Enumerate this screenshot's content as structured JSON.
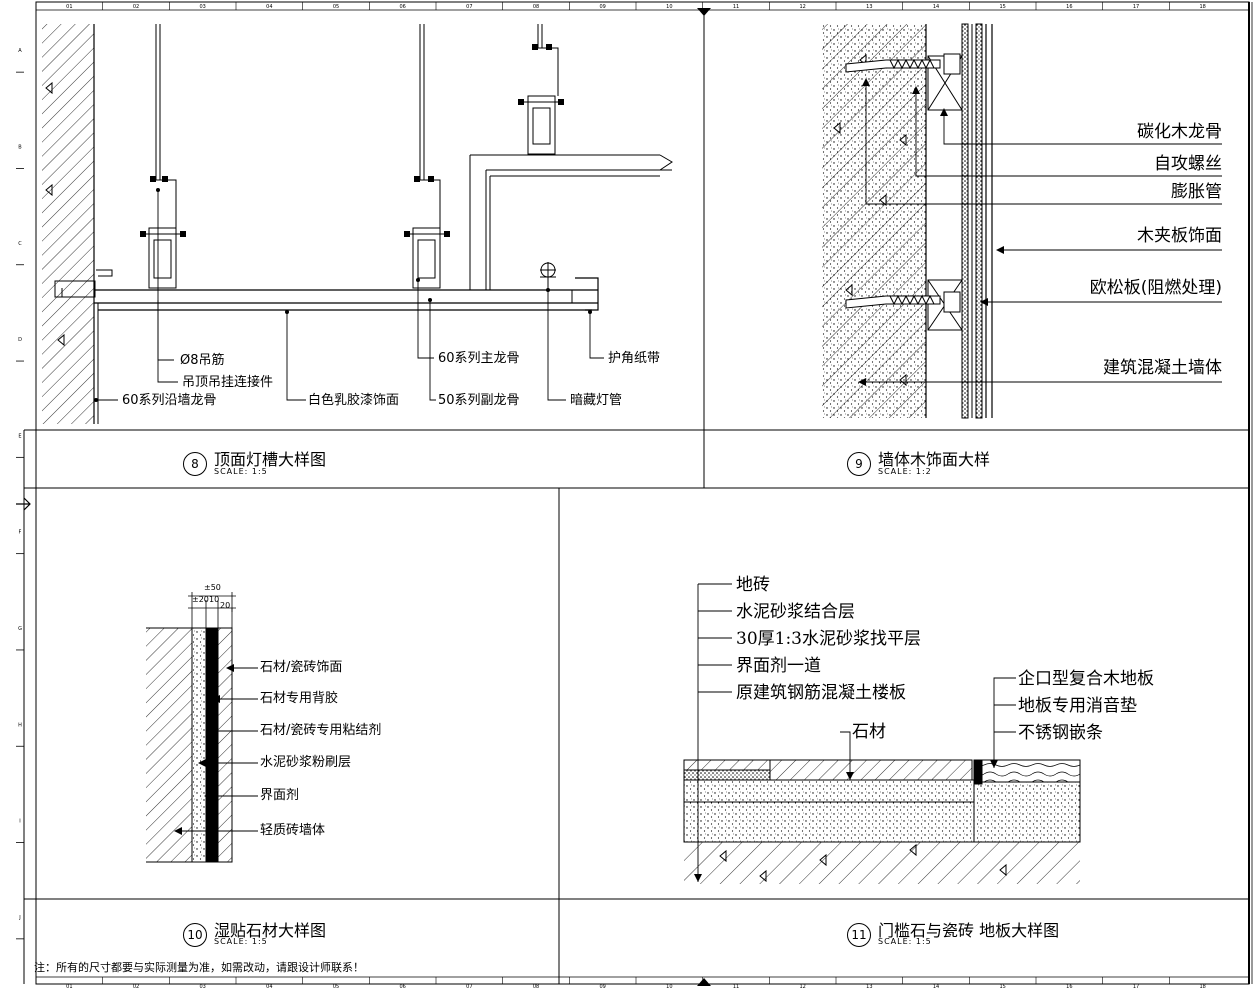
{
  "top_ruler": [
    "01",
    "02",
    "03",
    "04",
    "05",
    "06",
    "07",
    "08",
    "09",
    "10",
    "11",
    "12",
    "13",
    "14",
    "15",
    "16",
    "17",
    "18"
  ],
  "left_ruler": [
    "A",
    "B",
    "C",
    "D",
    "E",
    "F",
    "G",
    "H",
    "I",
    "J"
  ],
  "details": [
    {
      "number": "8",
      "title": "顶面灯槽大样图",
      "scale": "SCALE: 1:5",
      "labels": [
        "Ø8吊筋",
        "吊顶吊挂连接件",
        "60系列沿墙龙骨",
        "白色乳胶漆饰面",
        "60系列主龙骨",
        "50系列副龙骨",
        "护角纸带",
        "暗藏灯管"
      ]
    },
    {
      "number": "9",
      "title": "墙体木饰面大样",
      "scale": "SCALE: 1:2",
      "labels": [
        "碳化木龙骨",
        "自攻螺丝",
        "膨胀管",
        "木夹板饰面",
        "欧松板(阻燃处理)",
        "建筑混凝土墙体"
      ]
    },
    {
      "number": "10",
      "title": "湿贴石材大样图",
      "scale": "SCALE: 1:5",
      "dims": [
        "±50",
        "±20",
        "10",
        "20"
      ],
      "labels": [
        "石材/瓷砖饰面",
        "石材专用背胶",
        "石材/瓷砖专用粘结剂",
        "水泥砂浆粉刷层",
        "界面剂",
        "轻质砖墙体"
      ]
    },
    {
      "number": "11",
      "title": "门槛石与瓷砖 地板大样图",
      "scale": "SCALE: 1:5",
      "labels_left": [
        "地砖",
        "水泥砂浆结合层",
        "30厚1:3水泥砂浆找平层",
        "界面剂一道",
        "原建筑钢筋混凝土楼板"
      ],
      "label_mid": "石材",
      "labels_right": [
        "企口型复合木地板",
        "地板专用消音垫",
        "不锈钢嵌条"
      ]
    }
  ],
  "note": "注：所有的尺寸都要与实际测量为准，如需改动，请跟设计师联系！"
}
